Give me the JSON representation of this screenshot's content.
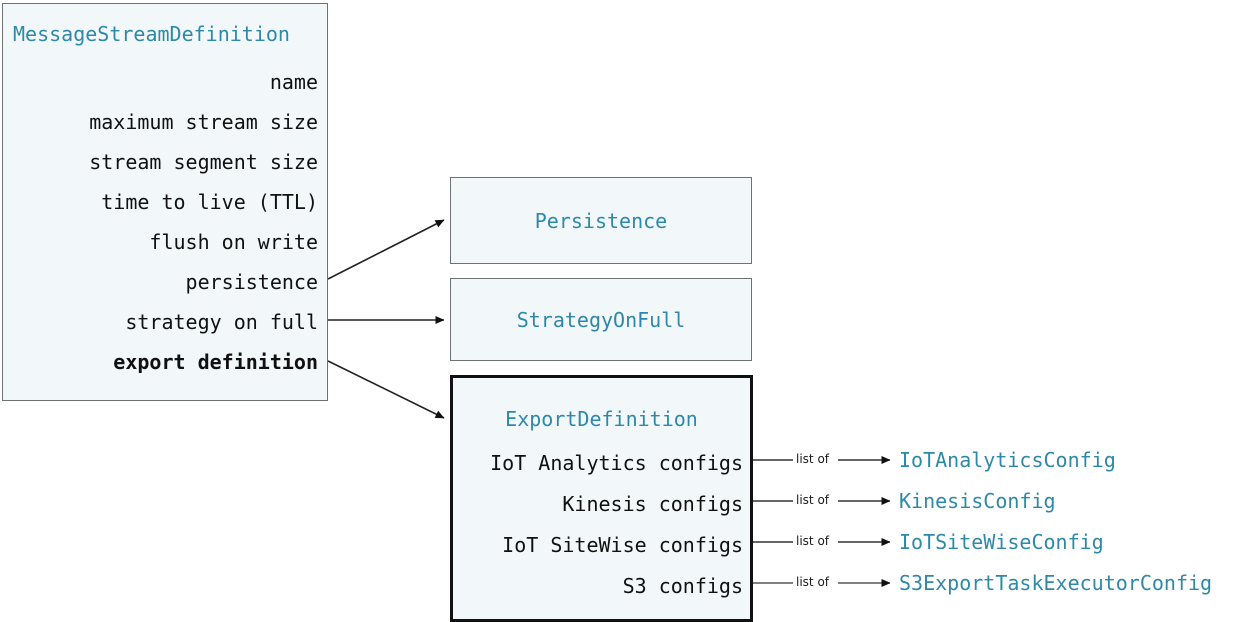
{
  "diagram": {
    "kind": "class-relationship-diagram",
    "colors": {
      "accent": "#2e89a8",
      "box_fill": "#f2f7fa",
      "box_border": "#6d7275",
      "highlight_border": "#111111",
      "text": "#111111",
      "edge": "#333333"
    }
  },
  "message_stream_definition": {
    "title": "MessageStreamDefinition",
    "fields": [
      {
        "label": "name",
        "bold": false
      },
      {
        "label": "maximum stream size",
        "bold": false
      },
      {
        "label": "stream segment size",
        "bold": false
      },
      {
        "label": "time to live (TTL)",
        "bold": false
      },
      {
        "label": "flush on write",
        "bold": false
      },
      {
        "label": "persistence",
        "bold": false
      },
      {
        "label": "strategy on full",
        "bold": false
      },
      {
        "label": "export definition",
        "bold": true
      }
    ]
  },
  "persistence_box": {
    "title": "Persistence"
  },
  "strategy_on_full_box": {
    "title": "StrategyOnFull"
  },
  "export_definition_box": {
    "title": "ExportDefinition",
    "highlighted": true,
    "fields": [
      {
        "label": "IoT Analytics configs"
      },
      {
        "label": "Kinesis configs"
      },
      {
        "label": "IoT SiteWise configs"
      },
      {
        "label": "S3 configs"
      }
    ]
  },
  "export_links": [
    {
      "edge_label": "list of",
      "target": "IoTAnalyticsConfig"
    },
    {
      "edge_label": "list of",
      "target": "KinesisConfig"
    },
    {
      "edge_label": "list of",
      "target": "IoTSiteWiseConfig"
    },
    {
      "edge_label": "list of",
      "target": "S3ExportTaskExecutorConfig"
    }
  ]
}
